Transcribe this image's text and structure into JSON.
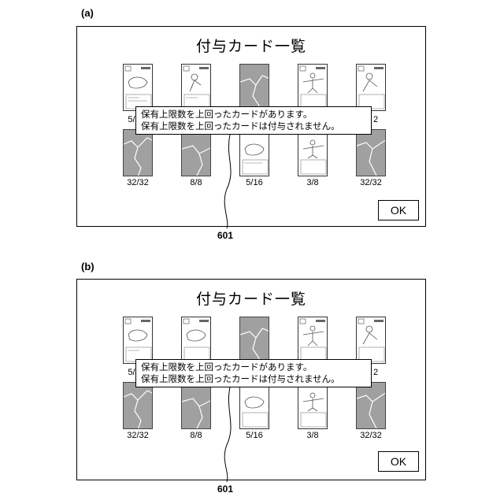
{
  "panels": [
    {
      "label": "(a)",
      "title": "付与カード一覧",
      "message_lines": [
        "保有上限数を上回ったカードがあります。",
        "保有上限数を上回ったカードは付与されません。"
      ],
      "top_row_counts": [
        "5/",
        "2"
      ],
      "bottom_row_counts": [
        "32/32",
        "8/8",
        "5/16",
        "3/8",
        "32/32"
      ],
      "ok_label": "OK",
      "ref_number": "601"
    },
    {
      "label": "(b)",
      "title": "付与カード一覧",
      "message_lines": [
        "保有上限数を上回ったカードがあります。",
        "保有上限数を上回ったカードは付与されません。"
      ],
      "top_row_counts": [
        "5/",
        "2"
      ],
      "bottom_row_counts": [
        "32/32",
        "8/8",
        "5/16",
        "3/8",
        "32/32"
      ],
      "ok_label": "OK",
      "ref_number": "601"
    }
  ],
  "colors": {
    "greyed_card": "#a0a0a0",
    "border": "#000000"
  }
}
